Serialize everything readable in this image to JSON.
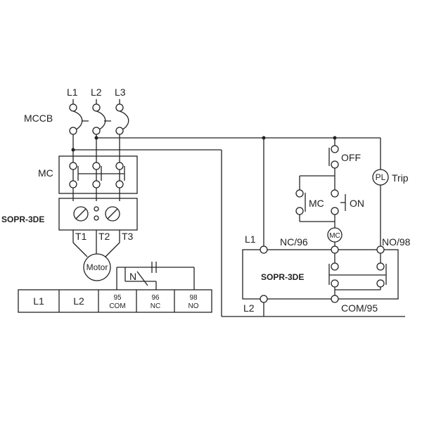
{
  "labels": {
    "l1": "L1",
    "l2": "L2",
    "l3": "L3",
    "mccb": "MCCB",
    "mc": "MC",
    "relay": "SOPR-3DE",
    "t1": "T1",
    "t2": "T2",
    "t3": "T3",
    "motor": "Motor",
    "n": "N",
    "off": "OFF",
    "on": "ON",
    "mc_contact": "MC",
    "mc_coil": "MC",
    "pl": "PL",
    "trip": "Trip",
    "right_l1": "L1",
    "right_l2": "L2",
    "nc96": "NC/96",
    "no98": "NO/98",
    "com95": "COM/95",
    "right_relay": "SOPR-3DE"
  },
  "terminal_block": [
    {
      "top": "",
      "bottom": "L1"
    },
    {
      "top": "",
      "bottom": "L2"
    },
    {
      "top": "95",
      "bottom": "COM"
    },
    {
      "top": "96",
      "bottom": "NC"
    },
    {
      "top": "98",
      "bottom": "NO"
    }
  ]
}
